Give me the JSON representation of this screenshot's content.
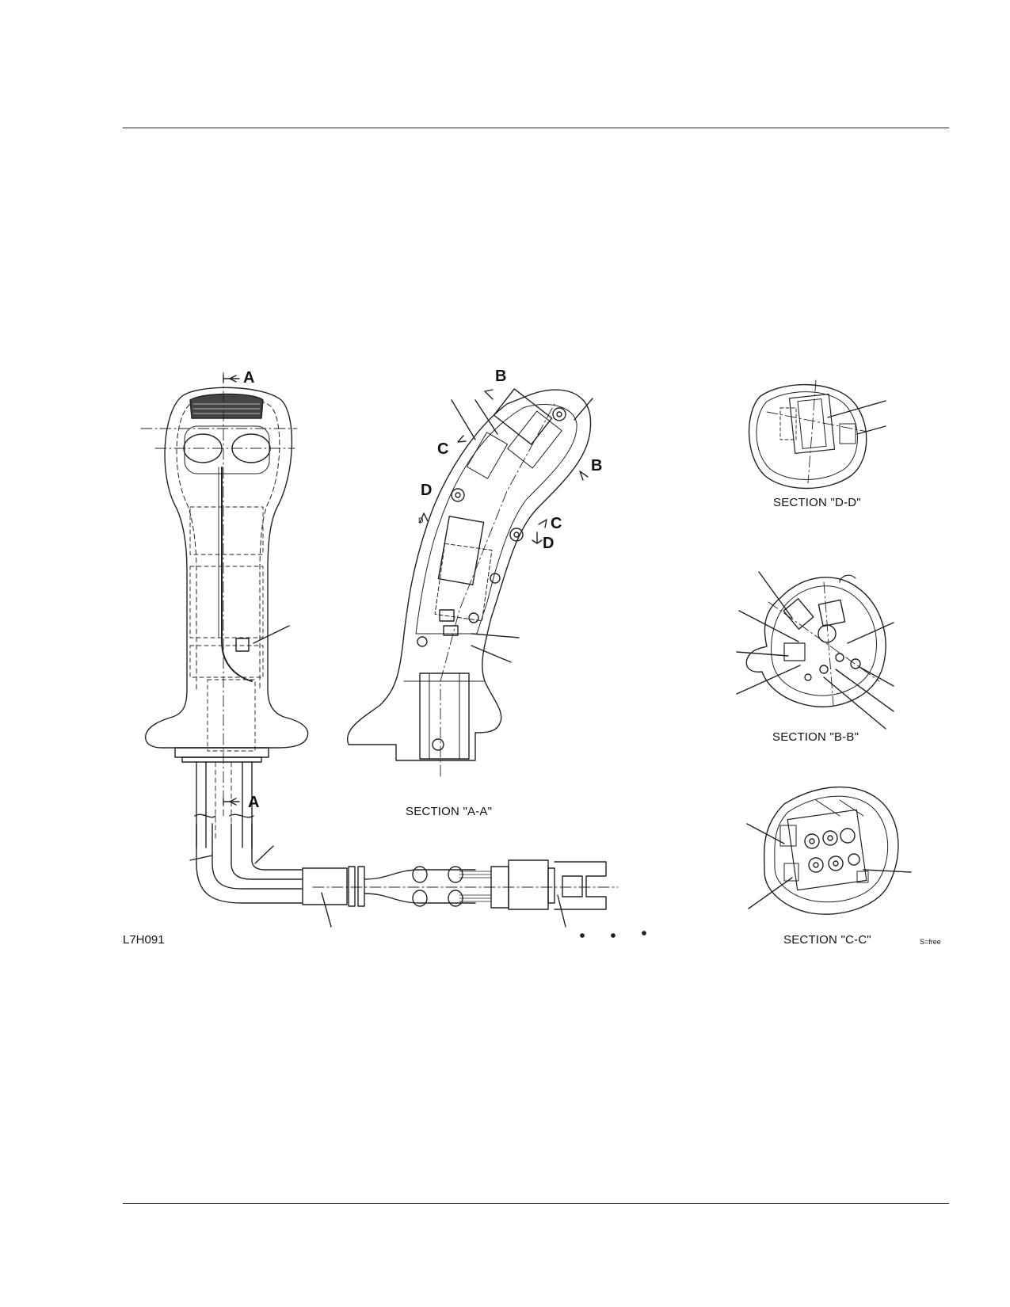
{
  "figure": {
    "figure_id": "L7H091",
    "scale_note": "S=free",
    "section_markers": {
      "a_top": "A",
      "a_bottom": "A",
      "b_top": "B",
      "b_right": "B",
      "c_left": "C",
      "c_right": "C",
      "d_left": "D",
      "d_left_small": "D",
      "d_right": "D"
    },
    "section_titles": {
      "aa": "SECTION \"A-A\"",
      "dd": "SECTION \"D-D\"",
      "bb": "SECTION \"B-B\"",
      "cc": "SECTION \"C-C\""
    }
  }
}
